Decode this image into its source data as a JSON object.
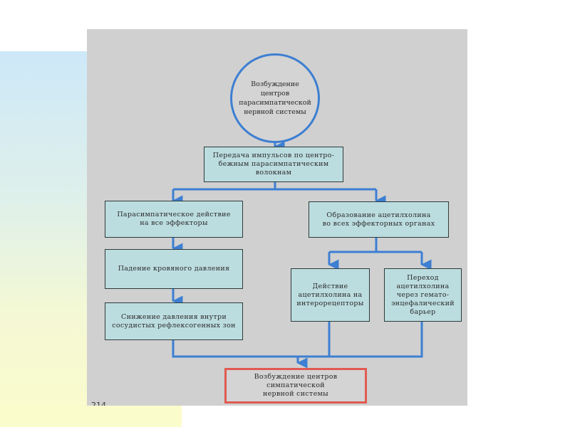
{
  "colors": {
    "connector": "#3d7fd2",
    "node_fill": "#bcdde0",
    "node_border": "#2e3a3a",
    "start_border": "#3d7fd2",
    "final_border": "#e05a50",
    "panel_bg": "#d0d0d0"
  },
  "diagram": {
    "start": "Возбуждение\nцентров\nпарасимпатической\nнервной системы",
    "transmission": "Передача импульсов по центро-\nбежным  парасимпатическим\nволокнам",
    "left_branch": {
      "step1": "Парасимпатическое действие\nна все эффекторы",
      "step2": "Падение кровяного давления",
      "step3": "Снижение давления внутри\nсосудистых рефлексогенных зон"
    },
    "right_branch": {
      "step1": "Образование ацетилхолина\nво всех  эффекторных органах",
      "sub_left": "Действие\nацетилхолина на\nинтерорецепторы",
      "sub_right": "Переход\nацетилхолина\nчерез  гемато-\nэнцефалический\nбарьер"
    },
    "final": "Возбуждение  центров\nсимпатической\nнервной системы"
  },
  "page_number": "214"
}
